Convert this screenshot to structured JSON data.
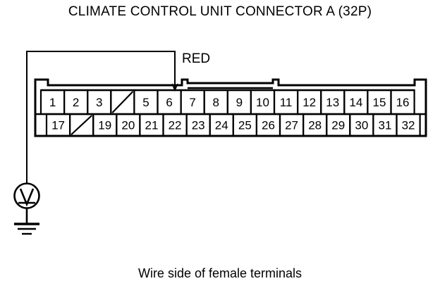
{
  "title": "CLIMATE CONTROL UNIT CONNECTOR A (32P)",
  "caption": "Wire side of female terminals",
  "wire_label": "RED",
  "colors": {
    "line": "#000000",
    "background": "#ffffff"
  },
  "connector": {
    "name": "CLIMATE CONTROL UNIT CONNECTOR A",
    "pin_count": "32P",
    "probe_pin": "6",
    "top_row": [
      {
        "label": "1",
        "blank": false
      },
      {
        "label": "2",
        "blank": false
      },
      {
        "label": "3",
        "blank": false
      },
      {
        "label": "4",
        "blank": true
      },
      {
        "label": "5",
        "blank": false
      },
      {
        "label": "6",
        "blank": false
      },
      {
        "label": "7",
        "blank": false
      },
      {
        "label": "8",
        "blank": false
      },
      {
        "label": "9",
        "blank": false
      },
      {
        "label": "10",
        "blank": false
      },
      {
        "label": "11",
        "blank": false
      },
      {
        "label": "12",
        "blank": false
      },
      {
        "label": "13",
        "blank": false
      },
      {
        "label": "14",
        "blank": false
      },
      {
        "label": "15",
        "blank": false
      },
      {
        "label": "16",
        "blank": false
      }
    ],
    "bottom_row": [
      {
        "label": "17",
        "blank": false
      },
      {
        "label": "18",
        "blank": true
      },
      {
        "label": "19",
        "blank": false
      },
      {
        "label": "20",
        "blank": false
      },
      {
        "label": "21",
        "blank": false
      },
      {
        "label": "22",
        "blank": false
      },
      {
        "label": "23",
        "blank": false
      },
      {
        "label": "24",
        "blank": false
      },
      {
        "label": "25",
        "blank": false
      },
      {
        "label": "26",
        "blank": false
      },
      {
        "label": "27",
        "blank": false
      },
      {
        "label": "28",
        "blank": false
      },
      {
        "label": "29",
        "blank": false
      },
      {
        "label": "30",
        "blank": false
      },
      {
        "label": "31",
        "blank": false
      },
      {
        "label": "32",
        "blank": false
      }
    ]
  },
  "instrument": {
    "type": "voltmeter",
    "symbol": "V",
    "ground": "chassis-ground"
  }
}
